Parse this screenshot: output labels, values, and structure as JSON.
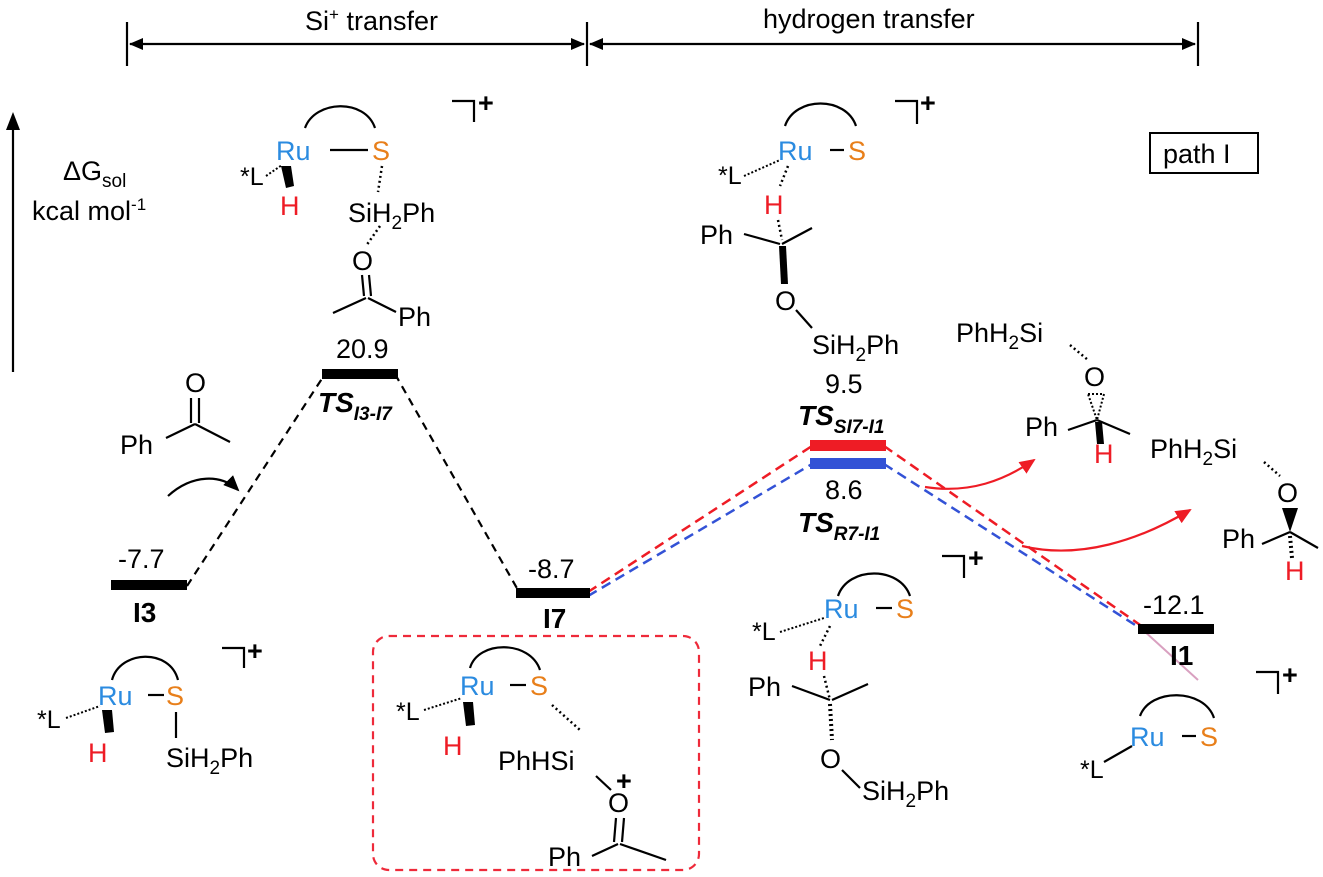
{
  "header": {
    "si_transfer": "Si",
    "si_transfer_sup": "+",
    "si_transfer_rest": " transfer",
    "hydrogen_transfer": "hydrogen transfer"
  },
  "axis": {
    "delta_g": "ΔG",
    "delta_g_sub": "sol",
    "units": "kcal mol",
    "units_sup": "-1"
  },
  "path_label": "path I",
  "levels": {
    "i3": {
      "energy": "-7.7",
      "label": "I3"
    },
    "ts_i3_i7": {
      "energy": "20.9",
      "label": "TS",
      "label_sub": "I3-I7"
    },
    "i7": {
      "energy": "-8.7",
      "label": "I7"
    },
    "ts_s": {
      "energy": "9.5",
      "label": "TS",
      "label_sub": "SI7-I1"
    },
    "ts_r": {
      "energy": "8.6",
      "label": "TS",
      "label_sub": "R7-I1"
    },
    "i1": {
      "energy": "-12.1",
      "label": "I1"
    }
  },
  "atoms": {
    "ru": "Ru",
    "s": "S",
    "h": "H",
    "l": "*L",
    "o": "O",
    "ph": "Ph",
    "si_h2_ph": "SiH",
    "si_h2_ph_sub": "2",
    "si_h2_ph_rest": "Ph",
    "ph_h2_si": "PhH",
    "ph_h2_si_sub": "2",
    "ph_h2_si_rest": "Si",
    "ph_h_si": "PhHSi",
    "plus": "+"
  },
  "colors": {
    "ru": "#2b8be0",
    "s": "#e87f1a",
    "h": "#ee1c25",
    "s_path": "#ee1c25",
    "r_path": "#3352d6",
    "box": "#ee2a3a"
  }
}
